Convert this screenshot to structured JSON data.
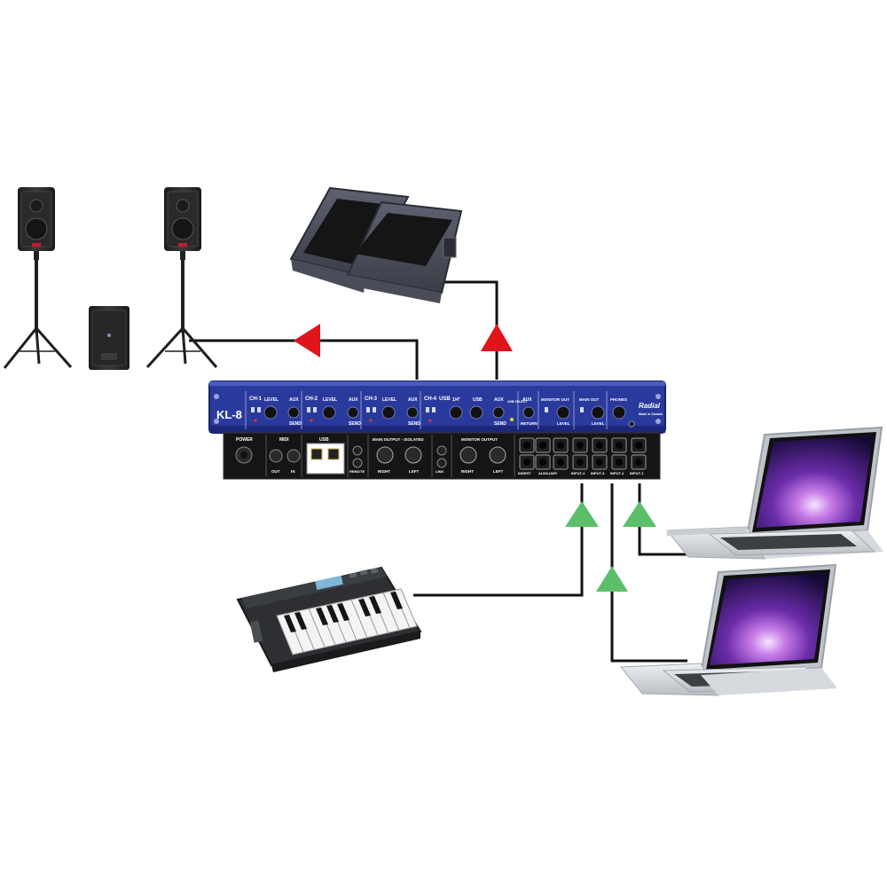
{
  "colors": {
    "cable": "#111111",
    "output_arrow": "#e0141b",
    "input_arrow": "#5cbf6a",
    "front_panel": "#2a3a9c",
    "rear_panel": "#151515"
  },
  "mixer": {
    "model": "KL-8",
    "brand": "Radial",
    "brand_sub": "Made in Canada",
    "front": {
      "ch1": "CH-1",
      "ch2": "CH-2",
      "ch3": "CH-3",
      "ch4": "CH-4",
      "ch4_usb": "USB",
      "level": "LEVEL",
      "aux": "AUX",
      "send": "SEND",
      "quarter": "1/4\"",
      "usb": "USB",
      "usb_select": "USB SELECT",
      "aux_return": "AUX",
      "return": "RETURN",
      "monitor_out": "MONITOR OUT",
      "mon_level": "LEVEL",
      "main_out": "MAIN OUT",
      "main_level": "LEVEL",
      "phones": "PHONES"
    },
    "rear": {
      "power": "POWER",
      "midi": "MIDI",
      "midi_out": "OUT",
      "midi_in": "IN",
      "usb": "USB",
      "remote": "REMOTE",
      "main_output": "MAIN OUTPUT - ISOLATED",
      "main_right": "RIGHT",
      "main_left": "LEFT",
      "link": "LINK",
      "monitor_output": "MONITOR OUTPUT",
      "mon_right": "RIGHT",
      "mon_left": "LEFT",
      "insert": "INSERT",
      "auxiliary": "AUXILIARY",
      "input4": "INPUT-4",
      "input3": "INPUT-3",
      "input2": "INPUT-2",
      "input1": "INPUT-1"
    }
  },
  "devices": {
    "pa_speaker_left": "pa-speaker",
    "pa_speaker_right": "pa-speaker",
    "subwoofer": "subwoofer",
    "stage_monitors": "floor-wedge-monitors",
    "midi_keyboard": "midi-keyboard",
    "laptop_top": "laptop",
    "laptop_bottom": "laptop"
  }
}
